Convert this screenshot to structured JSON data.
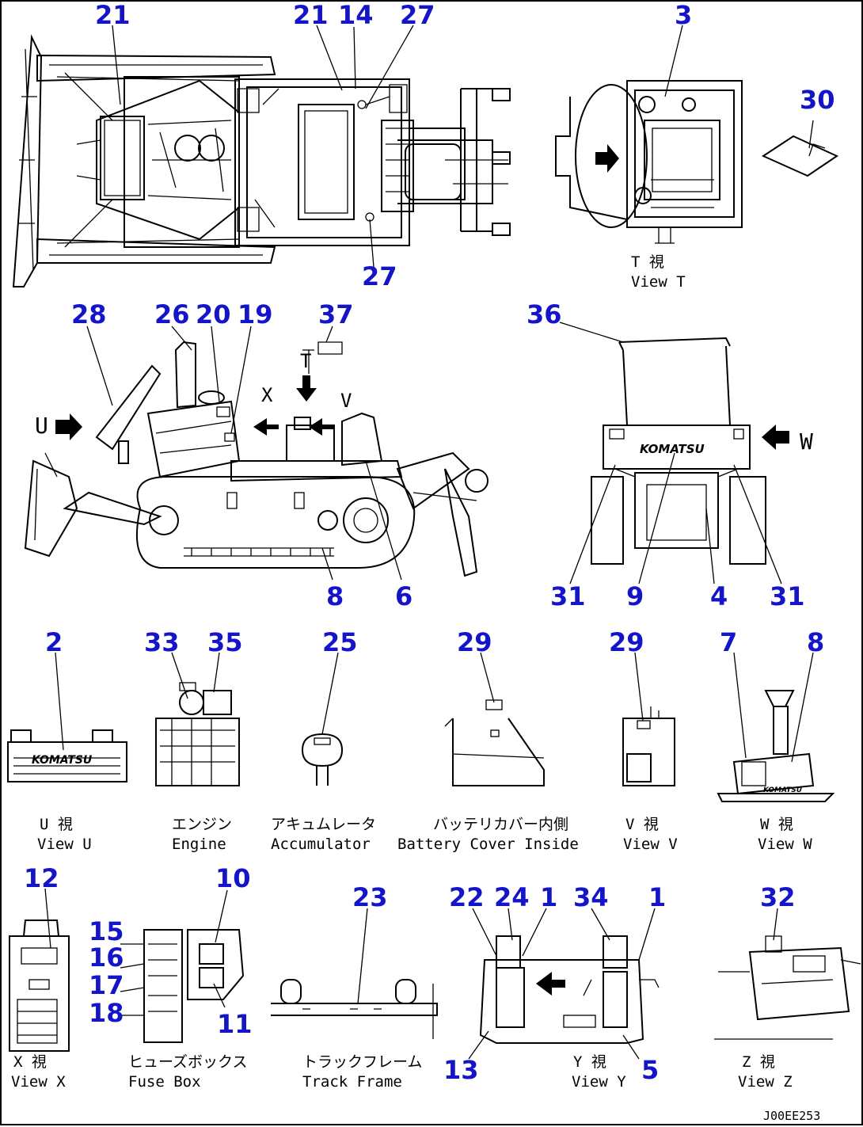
{
  "drawing_code": "J00EE253",
  "callouts": {
    "n21a": "21",
    "n21b": "21",
    "n14": "14",
    "n27a": "27",
    "n27b": "27",
    "n3": "3",
    "n30": "30",
    "n28": "28",
    "n26": "26",
    "n20": "20",
    "n19": "19",
    "n37": "37",
    "n36": "36",
    "n8a": "8",
    "n6": "6",
    "n31a": "31",
    "n9": "9",
    "n4": "4",
    "n31b": "31",
    "n2": "2",
    "n33": "33",
    "n35": "35",
    "n25": "25",
    "n29a": "29",
    "n29b": "29",
    "n7": "7",
    "n8b": "8",
    "n12": "12",
    "n10": "10",
    "n15": "15",
    "n16": "16",
    "n17": "17",
    "n18": "18",
    "n11": "11",
    "n23": "23",
    "n22": "22",
    "n24": "24",
    "n1a": "1",
    "n34": "34",
    "n1b": "1",
    "n32": "32",
    "n13": "13",
    "n5": "5"
  },
  "view_letters": {
    "u": "U",
    "t": "T",
    "x": "X",
    "v": "V",
    "w": "W"
  },
  "captions": {
    "view_t_jp": "T  視",
    "view_t_en": "View T",
    "view_u_jp": "U  視",
    "view_u_en": "View U",
    "engine_jp": "エンジン",
    "engine_en": "Engine",
    "accum_jp": "アキュムレータ",
    "accum_en": "Accumulator",
    "battery_jp": "バッテリカバー内側",
    "battery_en": "Battery Cover Inside",
    "view_v_jp": "V  視",
    "view_v_en": "View V",
    "view_w_jp": "W  視",
    "view_w_en": "View W",
    "view_x_jp": "X  視",
    "view_x_en": "View X",
    "fuse_jp": "ヒューズボックス",
    "fuse_en": "Fuse Box",
    "track_jp": "トラックフレーム",
    "track_en": "Track Frame",
    "view_y_jp": "Y  視",
    "view_y_en": "View Y",
    "view_z_jp": "Z  視",
    "view_z_en": "View Z"
  },
  "logos": {
    "brand": "KOMATSU"
  }
}
